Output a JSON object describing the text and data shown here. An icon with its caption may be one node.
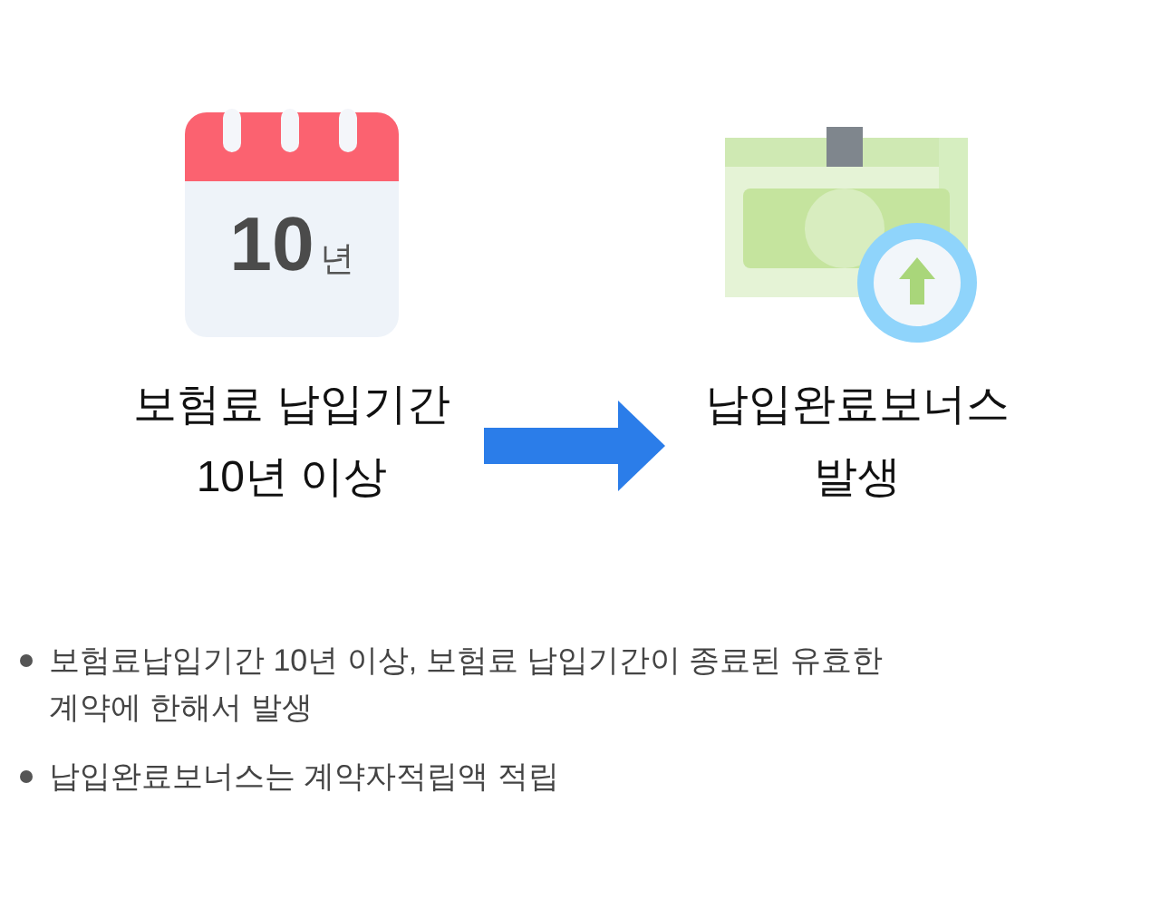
{
  "diagram": {
    "nodes": [
      {
        "text": [
          "10",
          "년"
        ],
        "beside": [
          "보험료 납입기간 10년 이상"
        ]
      },
      {
        "text": [],
        "shape": "picture",
        "beside": [
          "납입완료보너스 발생"
        ]
      }
    ],
    "edges": [
      {
        "from": 0,
        "to": 1,
        "arrow": "to"
      }
    ],
    "labels": [
      "보험료납입기간 10년 이상, 보험료 납입기간이 종료된 유효한 계약에 한해서 발생",
      "납입완료보너스는 계약자적립액 적립"
    ]
  }
}
